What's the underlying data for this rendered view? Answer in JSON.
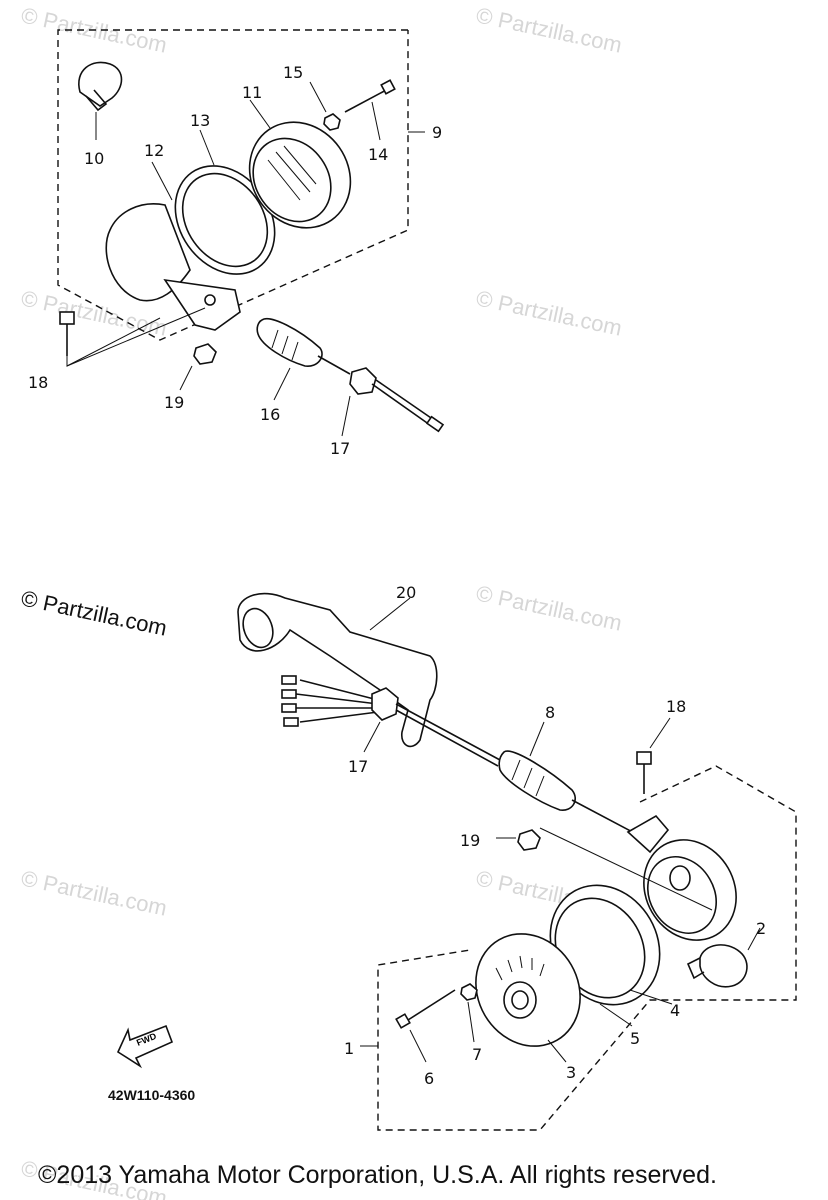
{
  "watermarks": {
    "light": "© Partzilla.com",
    "prominent": "© Partzilla.com"
  },
  "callouts": {
    "c1": "1",
    "c2": "2",
    "c3": "3",
    "c4": "4",
    "c5": "5",
    "c6": "6",
    "c7": "7",
    "c8": "8",
    "c9": "9",
    "c10": "10",
    "c11": "11",
    "c12": "12",
    "c13": "13",
    "c14": "14",
    "c15": "15",
    "c16": "16",
    "c17a": "17",
    "c17b": "17",
    "c18a": "18",
    "c18b": "18",
    "c19a": "19",
    "c19b": "19",
    "c20": "20"
  },
  "fwd_label": "FWD",
  "diagram_ref": "42W110-4360",
  "copyright": "©2013 Yamaha Motor Corporation, U.S.A. All rights reserved."
}
